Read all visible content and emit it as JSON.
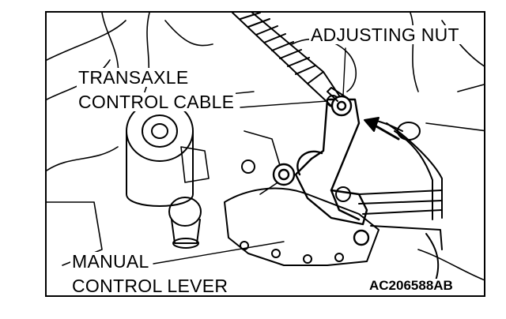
{
  "labels": {
    "adjusting_nut": "ADJUSTING NUT",
    "transaxle_line1": "TRANSAXLE",
    "transaxle_line2": "CONTROL CABLE",
    "manual_line1": "MANUAL",
    "manual_line2": "CONTROL LEVER"
  },
  "figure_code": "AC206588AB",
  "colors": {
    "ink": "#000000",
    "paper": "#ffffff"
  }
}
